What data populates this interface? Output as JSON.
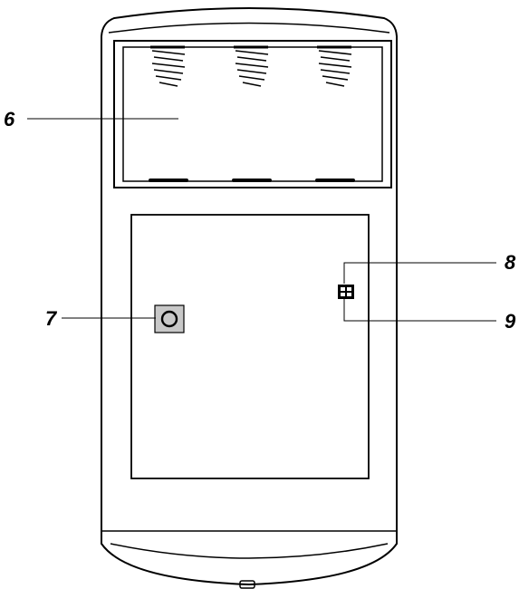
{
  "callouts": [
    {
      "id": "6",
      "label": "6"
    },
    {
      "id": "7",
      "label": "7"
    },
    {
      "id": "8",
      "label": "8"
    },
    {
      "id": "9",
      "label": "9"
    }
  ],
  "colors": {
    "stroke": "#000000",
    "background": "#ffffff",
    "button_fill": "#c8c8c8"
  }
}
